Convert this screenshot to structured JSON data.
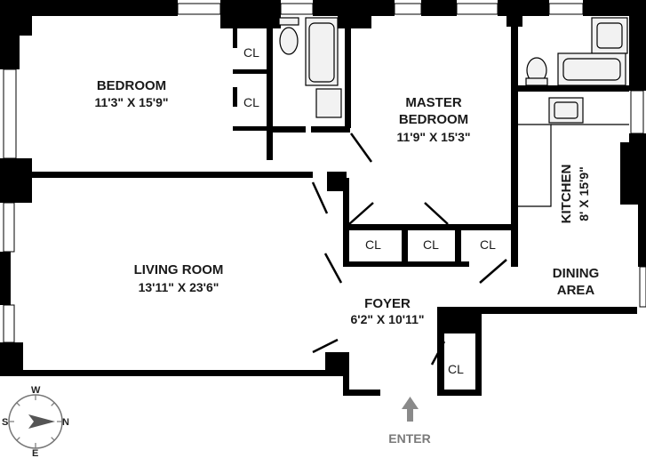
{
  "rooms": {
    "bedroom": {
      "name": "BEDROOM",
      "dims": "11'3\" X 15'9\""
    },
    "master_bedroom": {
      "name_line1": "MASTER",
      "name_line2": "BEDROOM",
      "dims": "11'9\" X 15'3\""
    },
    "kitchen": {
      "name": "KITCHEN",
      "dims": "8' X 15'9\""
    },
    "dining": {
      "line1": "DINING",
      "line2": "AREA"
    },
    "living_room": {
      "name": "LIVING ROOM",
      "dims": "13'11\" X 23'6\""
    },
    "foyer": {
      "name": "FOYER",
      "dims": "6'2\" X 10'11\""
    }
  },
  "closets": {
    "label": "CL"
  },
  "entrance": {
    "label": "ENTER"
  },
  "compass": {
    "n": "N",
    "s": "S",
    "e": "E",
    "w": "W"
  },
  "colors": {
    "wall": "#000000",
    "fixture_fill": "#f2f2f2",
    "arrow": "#8a8a8a"
  }
}
